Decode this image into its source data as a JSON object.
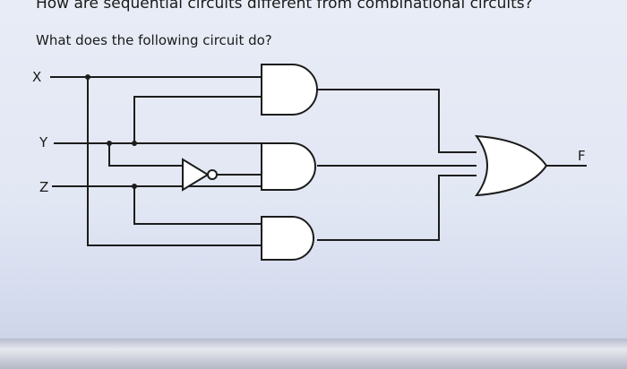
{
  "question_title": "How are sequential circuits different from combinational circuits?",
  "question_prompt": "What does the following circuit do?",
  "inputs": {
    "x": "X",
    "y": "Y",
    "z": "Z"
  },
  "output": "F",
  "colors": {
    "wire": "#1c1c1c",
    "gate_fill": "#ffffff",
    "background": "#e6eaf5"
  },
  "gates": [
    {
      "type": "AND",
      "inputs": [
        "X",
        "Y"
      ]
    },
    {
      "type": "NOT",
      "inputs": [
        "Y"
      ]
    },
    {
      "type": "AND",
      "inputs": [
        "NOT Y",
        "Z"
      ]
    },
    {
      "type": "AND",
      "inputs": [
        "X",
        "Z"
      ]
    },
    {
      "type": "OR",
      "inputs": [
        "AND1",
        "AND2",
        "AND3"
      ],
      "output": "F"
    }
  ]
}
